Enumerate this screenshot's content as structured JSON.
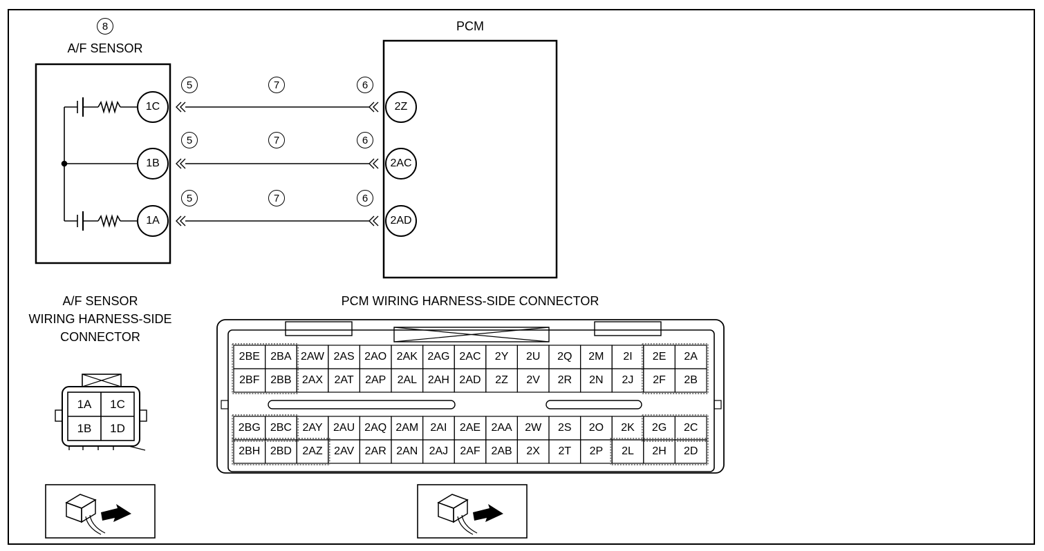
{
  "sensor": {
    "callout": "8",
    "title": "A/F SENSOR",
    "terminals": [
      "1C",
      "1B",
      "1A"
    ]
  },
  "pcm": {
    "title": "PCM",
    "terminals": [
      "2Z",
      "2AC",
      "2AD"
    ]
  },
  "wire_callouts": {
    "sensor_side": "5",
    "wire": "7",
    "pcm_side": "6"
  },
  "sensor_connector": {
    "title_lines": [
      "A/F SENSOR",
      "WIRING HARNESS-SIDE",
      "CONNECTOR"
    ],
    "pins": [
      "1A",
      "1C",
      "1B",
      "1D"
    ]
  },
  "pcm_connector": {
    "title": "PCM WIRING HARNESS-SIDE CONNECTOR",
    "upper_rows": [
      [
        "2BE",
        "2BA",
        "2AW",
        "2AS",
        "2AO",
        "2AK",
        "2AG",
        "2AC",
        "2Y",
        "2U",
        "2Q",
        "2M",
        "2I",
        "2E",
        "2A"
      ],
      [
        "2BF",
        "2BB",
        "2AX",
        "2AT",
        "2AP",
        "2AL",
        "2AH",
        "2AD",
        "2Z",
        "2V",
        "2R",
        "2N",
        "2J",
        "2F",
        "2B"
      ]
    ],
    "lower_rows": [
      [
        "2BG",
        "2BC",
        "2AY",
        "2AU",
        "2AQ",
        "2AM",
        "2AI",
        "2AE",
        "2AA",
        "2W",
        "2S",
        "2O",
        "2K",
        "2G",
        "2C"
      ],
      [
        "2BH",
        "2BD",
        "2AZ",
        "2AV",
        "2AR",
        "2AN",
        "2AJ",
        "2AF",
        "2AB",
        "2X",
        "2T",
        "2P",
        "2L",
        "2H",
        "2D"
      ]
    ]
  },
  "view_icons": [
    "connector-view-icon",
    "connector-view-icon"
  ]
}
